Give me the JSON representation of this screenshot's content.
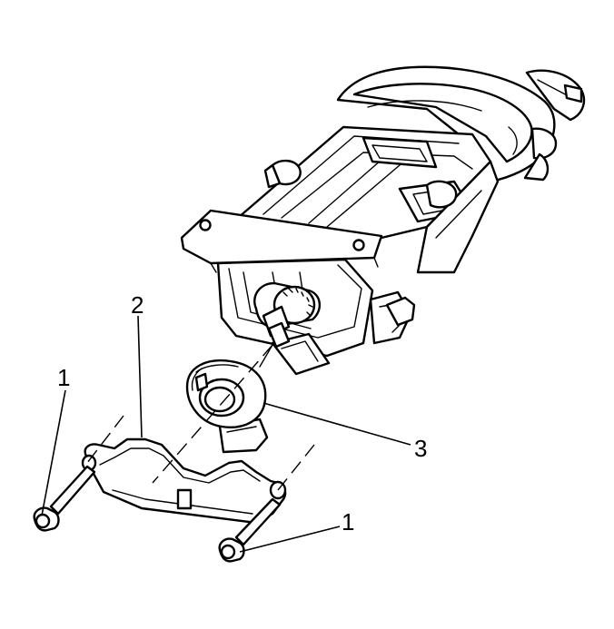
{
  "diagram": {
    "callouts": [
      {
        "id": "bolt-upper",
        "text": "1"
      },
      {
        "id": "cover",
        "text": "2"
      },
      {
        "id": "ring",
        "text": "3"
      },
      {
        "id": "bolt-lower",
        "text": "1"
      }
    ],
    "colors": {
      "line": "#000000",
      "background": "#ffffff"
    }
  }
}
